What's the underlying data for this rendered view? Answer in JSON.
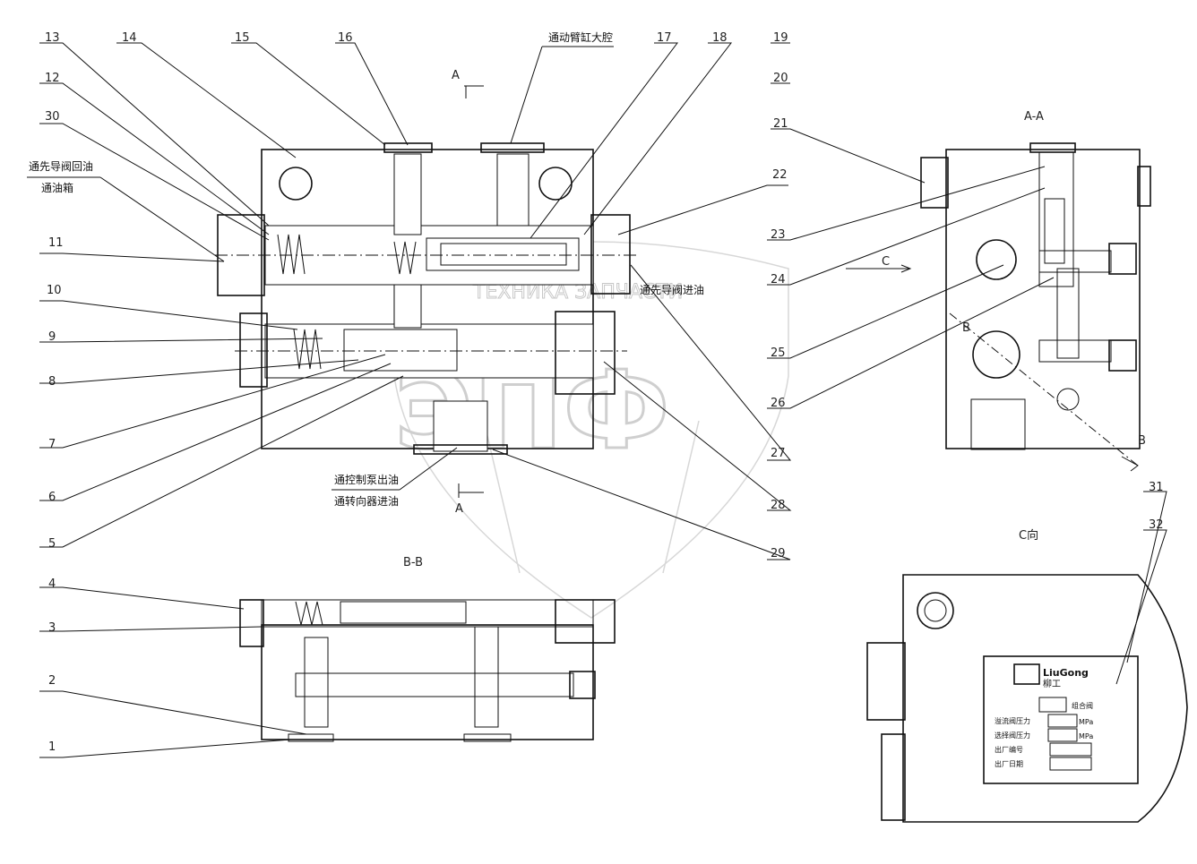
{
  "part_numbers": [
    "1",
    "2",
    "3",
    "4",
    "5",
    "6",
    "7",
    "8",
    "9",
    "10",
    "11",
    "12",
    "13",
    "14",
    "15",
    "16",
    "17",
    "18",
    "19",
    "20",
    "21",
    "22",
    "23",
    "24",
    "25",
    "26",
    "27",
    "28",
    "29",
    "30",
    "31",
    "32"
  ],
  "annotations": {
    "to_boom_cylinder": "通动臂缸大腔",
    "pilot_return_line1": "通先导阀回油",
    "pilot_return_line2": "通油箱",
    "pilot_inlet": "通先导阀进油",
    "pump_outlet": "通控制泵出油",
    "steering_inlet": "通转向器进油"
  },
  "section_marks": {
    "a_top": "A",
    "a_bottom": "A",
    "aa_title": "A-A",
    "bb_title": "B-B",
    "c_arrow": "C",
    "c_view": "C向",
    "b_left": "B",
    "b_right": "B"
  },
  "nameplate": {
    "brand": "LiuGong",
    "brand_cn": "柳工",
    "name_suffix": "组合阀",
    "row1_label": "溢流阀压力",
    "row1_unit": "MPa",
    "row2_label": "选择阀压力",
    "row2_unit": "MPa",
    "row3_label": "出厂编号",
    "row4_label": "出厂日期"
  },
  "watermark": {
    "text": "ТЕХНИКА  ЗАПЧАСТИ",
    "logo": "ЭПФ"
  }
}
